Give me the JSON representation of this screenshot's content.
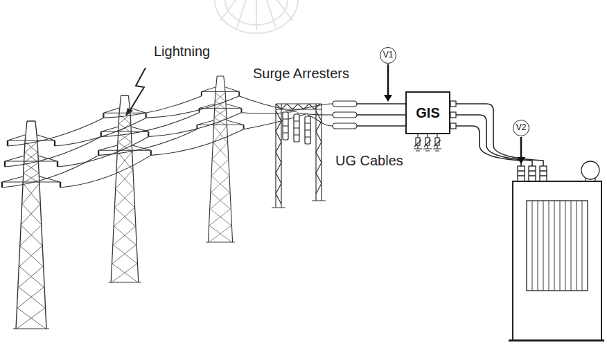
{
  "diagram": {
    "nodes": [
      {
        "text": [
          "V1"
        ]
      },
      {
        "text": [
          "GIS"
        ]
      },
      {
        "text": [
          "V2"
        ]
      }
    ],
    "labels": [
      "Lightning",
      "Surge Arresters",
      "UG Cables"
    ]
  }
}
